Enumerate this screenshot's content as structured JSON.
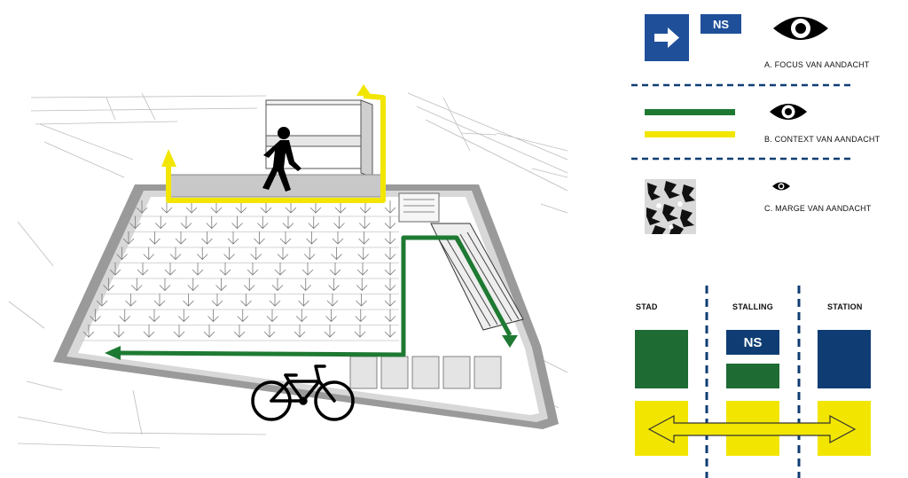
{
  "colors": {
    "blue": "#1f4f99",
    "navy": "#0f3d73",
    "green": "#1e7a32",
    "dark_green": "#1f6b34",
    "yellow": "#f2e600",
    "black": "#000000"
  },
  "legend": {
    "a": {
      "label": "A. FOCUS VAN AANDACHT",
      "badge": "NS",
      "icons": [
        "arrow-right-icon",
        "eye-large-icon"
      ]
    },
    "b": {
      "label": "B. CONTEXT VAN AANDACHT",
      "icons": [
        "eye-medium-icon"
      ]
    },
    "c": {
      "label": "C. MARGE VAN AANDACHT",
      "icons": [
        "pattern-swatch-icon",
        "eye-small-icon"
      ]
    }
  },
  "scheme": {
    "columns": [
      "STAD",
      "STALLING",
      "STATION"
    ],
    "middle_badge": "NS"
  },
  "diagram": {
    "icons": [
      "pedestrian-icon",
      "bicycle-icon"
    ],
    "routes": [
      "yellow-pedestrian-route",
      "green-bicycle-route"
    ]
  }
}
